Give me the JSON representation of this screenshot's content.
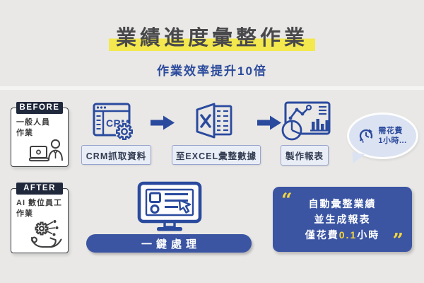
{
  "header": {
    "title": "業績進度彙整作業",
    "subtitle": "作業效率提升10倍"
  },
  "before_section": {
    "badge": "BEFORE",
    "role_line1": "一般人員",
    "role_line2": "作業",
    "steps": [
      {
        "label": "CRM抓取資料",
        "icon": "crm-browser-icon",
        "crm_text": "CRM"
      },
      {
        "label": "至EXCEL彙整數據",
        "icon": "excel-icon"
      },
      {
        "label": "製作報表",
        "icon": "report-chart-icon"
      }
    ],
    "time_bubble": {
      "line1": "需花費",
      "line2": "1小時...",
      "icon": "clock-icon"
    }
  },
  "after_section": {
    "badge": "AFTER",
    "role_line1": "AI 數位員工",
    "role_line2": "作業",
    "action_label": "一鍵處理",
    "quote": {
      "open_mark": "“",
      "close_mark": "”",
      "line1": "自動彙整業績",
      "line2": "並生成報表",
      "line3_prefix": "僅花費",
      "line3_highlight": "0.1",
      "line3_suffix": "小時"
    }
  },
  "colors": {
    "navy_icon": "#2a4a9e",
    "navy_panel": "#3b55a3",
    "badge_bg": "#20283c",
    "title_highlight_yellow": "#f3e84d",
    "accent_yellow": "#f6d63c",
    "background": "#e9e8e6",
    "label_box_bg": "#e9edf6",
    "bubble_bg": "#dbe2f2"
  }
}
